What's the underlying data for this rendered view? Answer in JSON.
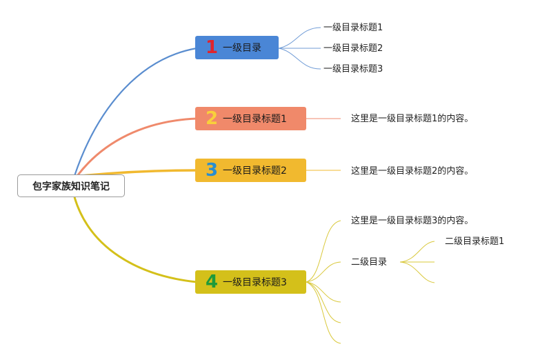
{
  "root": {
    "label": "包字家族知识笔记"
  },
  "colors": {
    "blue": "#4a86d6",
    "orange": "#f0896a",
    "amber": "#f1b92f",
    "olive": "#d4c01a"
  },
  "branches": [
    {
      "number": "1",
      "label": "一级目录",
      "children": [
        "一级目录标题1",
        "一级目录标题2",
        "一级目录标题3"
      ]
    },
    {
      "number": "2",
      "label": "一级目录标题1",
      "children": [
        "这里是一级目录标题1的内容。"
      ]
    },
    {
      "number": "3",
      "label": "一级目录标题2",
      "children": [
        "这里是一级目录标题2的内容。"
      ]
    },
    {
      "number": "4",
      "label": "一级目录标题3",
      "children": [
        "这里是一级目录标题3的内容。",
        "二级目录"
      ],
      "sub": {
        "children": [
          "二级目录标题1"
        ]
      }
    }
  ]
}
